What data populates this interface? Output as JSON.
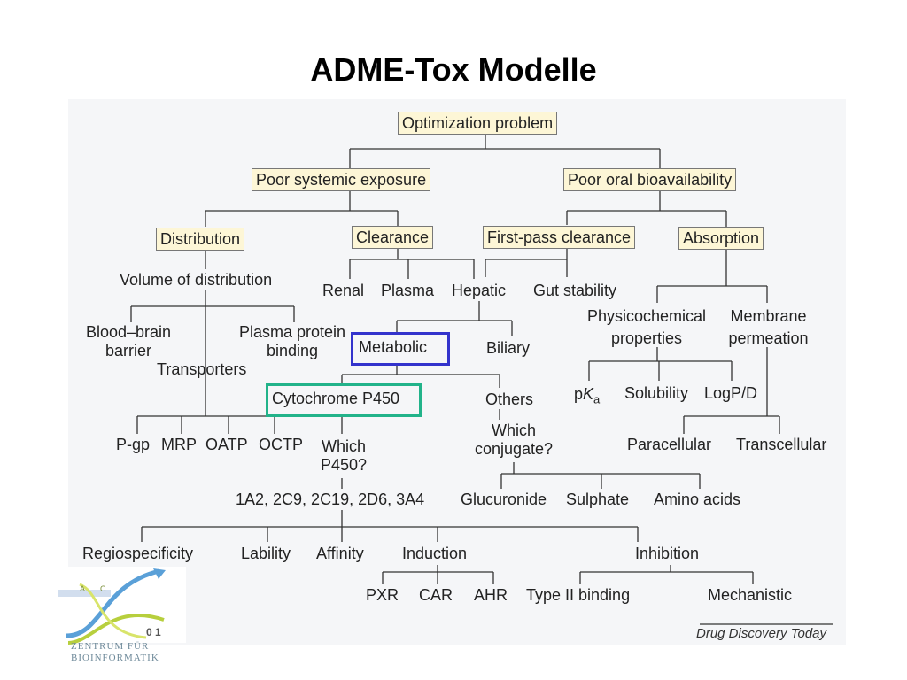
{
  "title": "ADME-Tox Modelle",
  "diagram": {
    "root": "Optimization problem",
    "level1": [
      "Poor systemic exposure",
      "Poor oral bioavailability"
    ],
    "boxes": {
      "distribution": "Distribution",
      "clearance": "Clearance",
      "first_pass": "First-pass clearance",
      "absorption": "Absorption"
    },
    "distribution": {
      "volume": "Volume of distribution",
      "bbb_1": "Blood–brain",
      "bbb_2": "barrier",
      "transporters": "Transporters",
      "ppb_1": "Plasma protein",
      "ppb_2": "binding",
      "pgp": "P-gp",
      "mrp": "MRP",
      "oatp": "OATP",
      "octp": "OCTP"
    },
    "clearance": {
      "renal": "Renal",
      "plasma": "Plasma",
      "hepatic": "Hepatic",
      "metabolic": "Metabolic",
      "biliary": "Biliary",
      "cyp": "Cytochrome P450",
      "others": "Others",
      "which_p450_1": "Which",
      "which_p450_2": "P450?",
      "which_conj_1": "Which",
      "which_conj_2": "conjugate?",
      "isoforms": "1A2, 2C9, 2C19, 2D6, 3A4",
      "glucuronide": "Glucuronide",
      "sulphate": "Sulphate",
      "amino_acids": "Amino acids"
    },
    "first_pass": {
      "gut_stability": "Gut stability"
    },
    "absorption": {
      "physchem_1": "Physicochemical",
      "physchem_2": "properties",
      "membrane_1": "Membrane",
      "membrane_2": "permeation",
      "pka_p": "p",
      "pka_k": "K",
      "pka_a": "a",
      "solubility": "Solubility",
      "logp": "LogP/D",
      "paracellular": "Paracellular",
      "transcellular": "Transcellular"
    },
    "bottom": {
      "regiospecificity": "Regiospecificity",
      "lability": "Lability",
      "affinity": "Affinity",
      "induction": "Induction",
      "inhibition": "Inhibition",
      "pxr": "PXR",
      "car": "CAR",
      "ahr": "AHR",
      "type2": "Type II binding",
      "mechanistic": "Mechanistic"
    },
    "highlight_colors": {
      "metabolic": "#3333cc",
      "cyp": "#22b38a"
    }
  },
  "source_credit": "Drug Discovery Today",
  "logo": {
    "line1": "ZENTRUM FÜR",
    "line2": "BIOINFORMATIK"
  }
}
